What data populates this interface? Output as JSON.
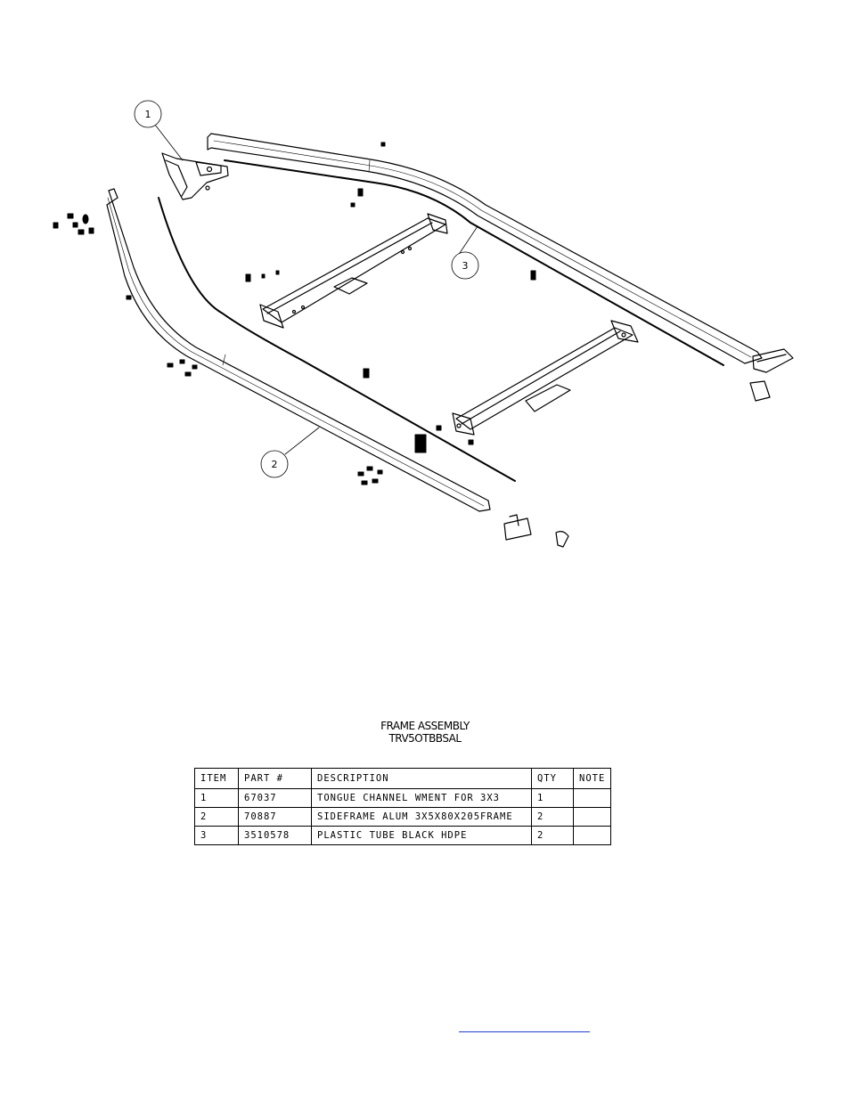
{
  "drawing": {
    "balloons": [
      "1",
      "2",
      "3"
    ]
  },
  "title": {
    "line1": "FRAME ASSEMBLY",
    "line2": "TRV5OTBBSAL"
  },
  "bom": {
    "headers": [
      "ITEM",
      "PART #",
      "DESCRIPTION",
      "QTY",
      "NOTE"
    ],
    "rows": [
      [
        "1",
        "67037",
        "TONGUE CHANNEL WMENT FOR 3X3",
        "1",
        ""
      ],
      [
        "2",
        "70887",
        "SIDEFRAME ALUM 3X5X80X205FRAME",
        "2",
        ""
      ],
      [
        "3",
        "3510578",
        "PLASTIC TUBE BLACK HDPE",
        "2",
        ""
      ]
    ]
  },
  "colors": {
    "line": "#000000",
    "link_underline": "#1f3fd0"
  }
}
